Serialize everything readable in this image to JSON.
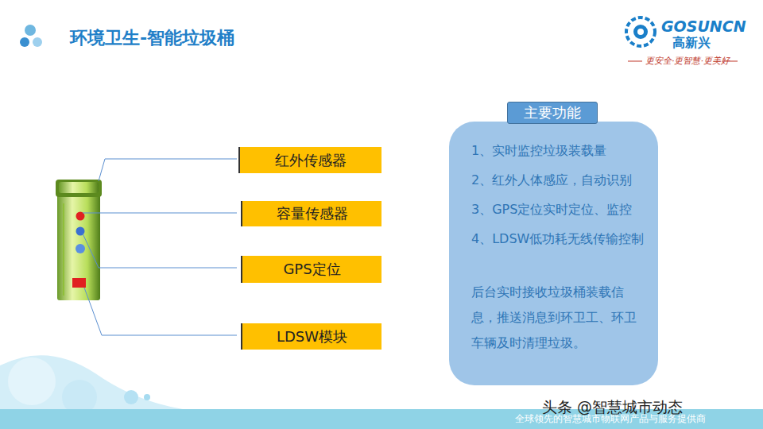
{
  "diagram": {
    "title": "环境卫生-智能垃圾桶",
    "nodes": [
      {
        "text": [
          "红外传感器"
        ]
      },
      {
        "text": [
          "容量传感器"
        ]
      },
      {
        "text": [
          "GPS定位"
        ]
      },
      {
        "text": [
          "LDSW模块"
        ]
      },
      {
        "text": [
          "1、实时监控垃圾装载量",
          "2、红外人体感应，自动识别",
          "3、GPS定位实时定位、监控",
          "4、LDSW低功耗无线传输控制",
          "后台实时接收垃圾桶装载信息，推送消息到环卫工、环卫车辆及时清理垃圾。"
        ]
      },
      {
        "text": [
          "主要功能"
        ],
        "in": 4
      }
    ],
    "labels": [
      "GOSUNCN",
      "高新兴",
      "更安全·更智慧·更美好",
      "全球领先的智慧城市物联网产品与服务提供商",
      "头条 @智慧城市动态"
    ]
  }
}
